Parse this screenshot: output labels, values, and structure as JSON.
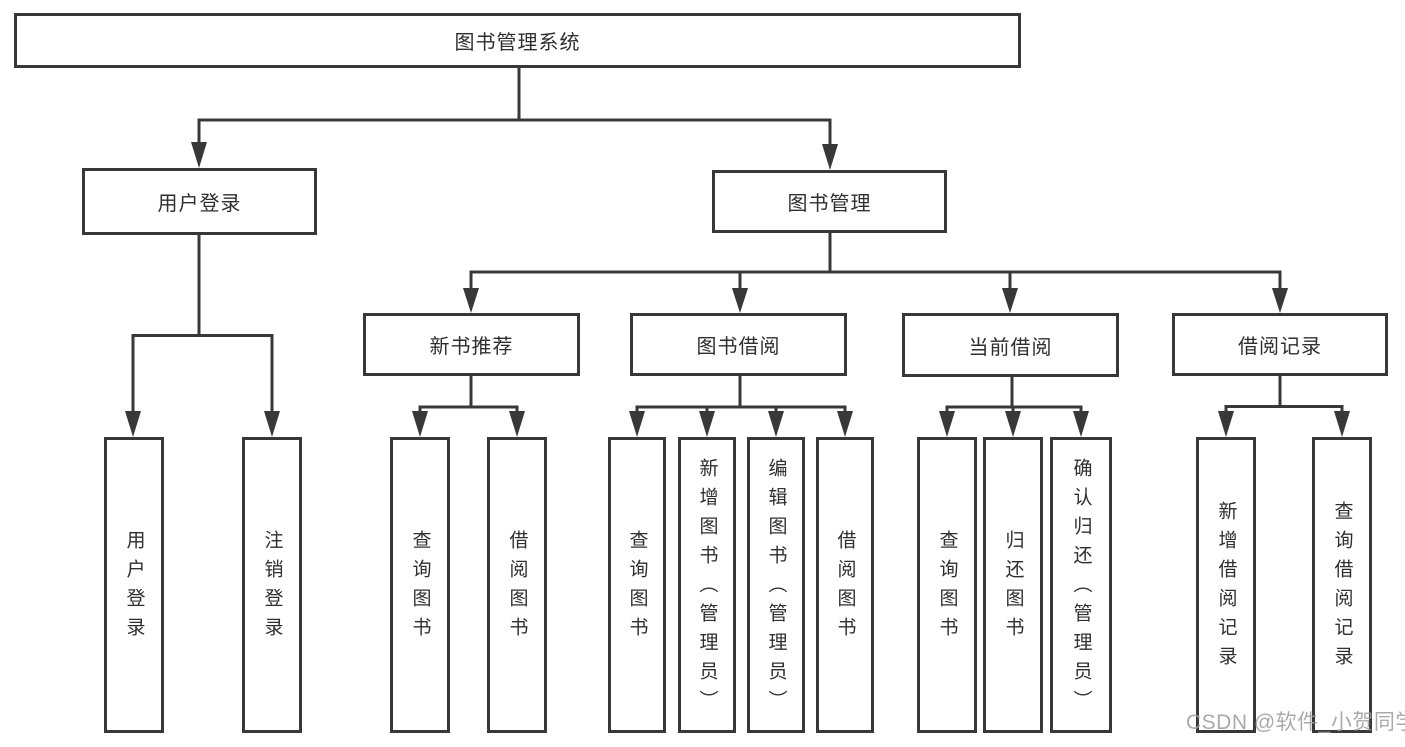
{
  "colors": {
    "line": "#383838",
    "text": "#2f2f2f",
    "background": "#ffffff",
    "watermark": "#9c9c9c"
  },
  "watermark": "CSDN @软件_小贺同学",
  "diagram": {
    "title": "图书管理系统",
    "root": {
      "label": "图书管理系统"
    },
    "branches": [
      {
        "label": "用户登录",
        "children": [
          {
            "label": "用户登录"
          },
          {
            "label": "注销登录"
          }
        ]
      },
      {
        "label": "图书管理",
        "children": [
          {
            "label": "新书推荐",
            "children": [
              {
                "label": "查询图书"
              },
              {
                "label": "借阅图书"
              }
            ]
          },
          {
            "label": "图书借阅",
            "children": [
              {
                "label": "查询图书"
              },
              {
                "label": "新增图书（管理员）"
              },
              {
                "label": "编辑图书（管理员）"
              },
              {
                "label": "借阅图书"
              }
            ]
          },
          {
            "label": "当前借阅",
            "children": [
              {
                "label": "查询图书"
              },
              {
                "label": "归还图书"
              },
              {
                "label": "确认归还（管理员）"
              }
            ]
          },
          {
            "label": "借阅记录",
            "children": [
              {
                "label": "新增借阅记录"
              },
              {
                "label": "查询借阅记录"
              }
            ]
          }
        ]
      }
    ]
  }
}
